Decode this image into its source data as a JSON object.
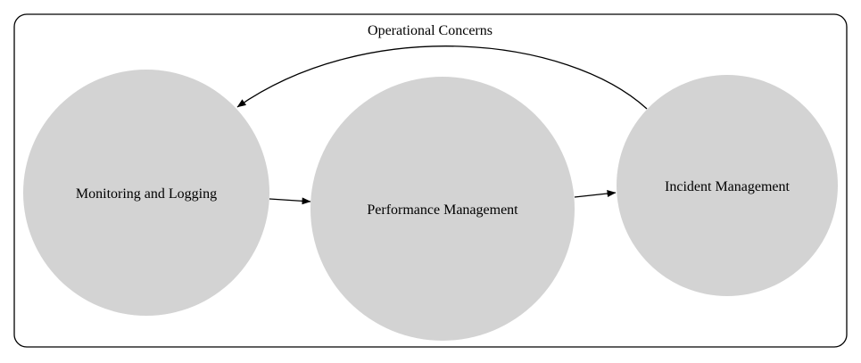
{
  "diagram": {
    "cluster": {
      "title": "Operational Concerns"
    },
    "nodes": [
      {
        "id": "monitoring",
        "label": "Monitoring and Logging"
      },
      {
        "id": "performance",
        "label": "Performance Management"
      },
      {
        "id": "incident",
        "label": "Incident Management"
      }
    ],
    "edges": [
      {
        "from": "monitoring",
        "to": "performance"
      },
      {
        "from": "performance",
        "to": "incident"
      },
      {
        "from": "incident",
        "to": "monitoring"
      }
    ],
    "colors": {
      "node_fill": "#d3d3d3",
      "stroke": "#000000",
      "background": "#ffffff"
    }
  }
}
